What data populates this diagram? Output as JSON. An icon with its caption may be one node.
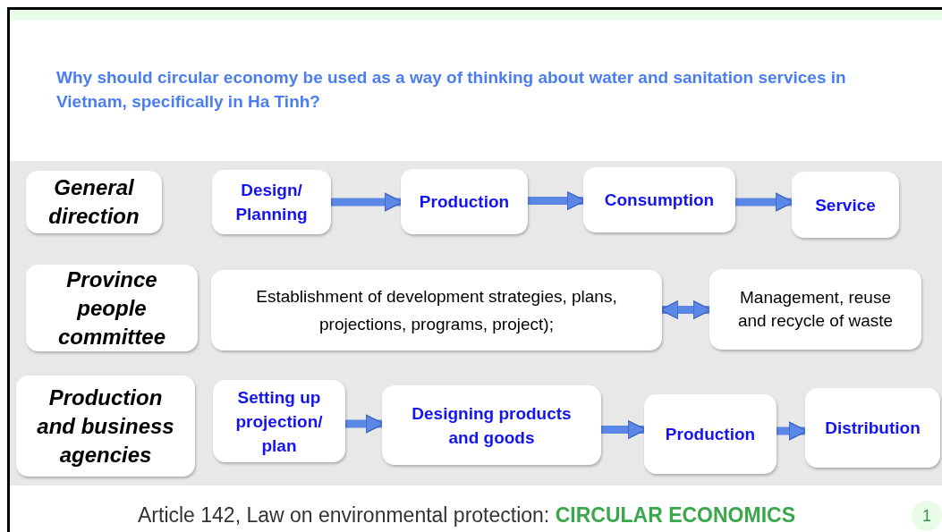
{
  "diagram": {
    "title": "Why should circular economy be used as a way of thinking about water and sanitation services in Vietnam, specifically in Ha Tinh?",
    "caption": "Article 142, Law on environmental protection: **CIRCULAR ECONOMICS**",
    "nodes": [
      {
        "text": [
          "General direction"
        ]
      },
      {
        "text": [
          "Design/ Planning"
        ]
      },
      {
        "text": [
          "Production"
        ]
      },
      {
        "text": [
          "Consumption"
        ]
      },
      {
        "text": [
          "Service"
        ]
      },
      {
        "text": [
          "Province people committee"
        ]
      },
      {
        "text": [
          "Establishment of development strategies, plans, projections, programs, project);"
        ]
      },
      {
        "text": [
          "Management, reuse and recycle of waste"
        ]
      },
      {
        "text": [
          "Production and business agencies"
        ]
      },
      {
        "text": [
          "Setting up projection/ plan"
        ]
      },
      {
        "text": [
          "Designing products and goods"
        ]
      },
      {
        "text": [
          "Production"
        ]
      },
      {
        "text": [
          "Distribution"
        ]
      }
    ],
    "edges": [
      {
        "from": 1,
        "to": 2,
        "arrow": "to"
      },
      {
        "from": 2,
        "to": 3,
        "arrow": "to"
      },
      {
        "from": 3,
        "to": 4,
        "arrow": "to"
      },
      {
        "from": 6,
        "to": 7,
        "arrow": "both"
      },
      {
        "from": 9,
        "to": 10,
        "arrow": "to"
      },
      {
        "from": 10,
        "to": 11,
        "arrow": "to"
      },
      {
        "from": 11,
        "to": 12,
        "arrow": "to"
      }
    ],
    "labels": [
      "1"
    ]
  }
}
